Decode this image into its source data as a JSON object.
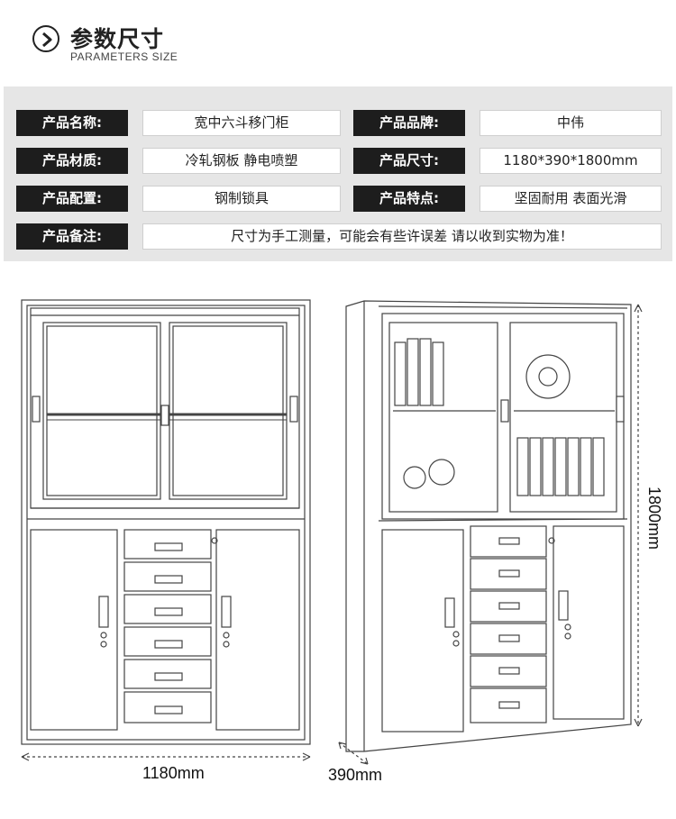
{
  "header": {
    "title": "参数尺寸",
    "subtitle": "PARAMETERS SIZE"
  },
  "params": [
    {
      "label": "产品名称:",
      "value": "宽中六斗移门柜",
      "label2": "产品品牌:",
      "value2": "中伟"
    },
    {
      "label": "产品材质:",
      "value": "冷轧钢板 静电喷塑",
      "label2": "产品尺寸:",
      "value2": "1180*390*1800mm"
    },
    {
      "label": "产品配置:",
      "value": "钢制锁具",
      "label2": "产品特点:",
      "value2": "坚固耐用 表面光滑"
    },
    {
      "label": "产品备注:",
      "value": "尺寸为手工测量，可能会有些许误差 请以收到实物为准！"
    }
  ],
  "dimensions": {
    "width": "1180mm",
    "depth": "390mm",
    "height": "1800mm"
  }
}
